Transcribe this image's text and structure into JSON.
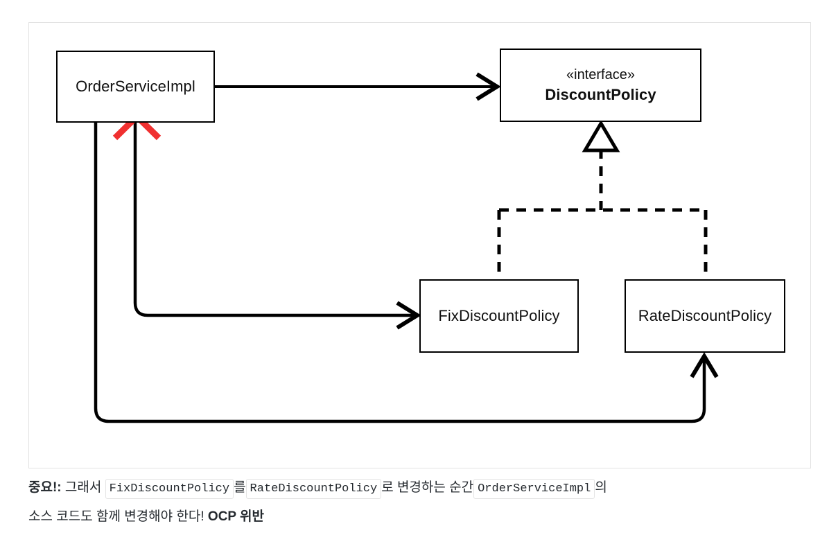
{
  "diagram": {
    "type": "uml-class-diagram",
    "boxes": [
      {
        "id": "orderserviceimpl",
        "name": "OrderServiceImpl",
        "stereotype": "",
        "marked_invalid": true
      },
      {
        "id": "discountpolicy",
        "name": "DiscountPolicy",
        "stereotype": "«interface»",
        "marked_invalid": false
      },
      {
        "id": "fixdiscount",
        "name": "FixDiscountPolicy",
        "stereotype": "",
        "marked_invalid": false
      },
      {
        "id": "ratediscount",
        "name": "RateDiscountPolicy",
        "stereotype": "",
        "marked_invalid": false
      }
    ],
    "relations": [
      {
        "from": "OrderServiceImpl",
        "to": "DiscountPolicy",
        "style": "solid",
        "arrow": "open",
        "label": ""
      },
      {
        "from": "OrderServiceImpl",
        "to": "FixDiscountPolicy",
        "style": "solid",
        "arrow": "open",
        "label": ""
      },
      {
        "from": "OrderServiceImpl",
        "to": "RateDiscountPolicy",
        "style": "solid",
        "arrow": "open",
        "label": ""
      },
      {
        "from": "FixDiscountPolicy",
        "to": "DiscountPolicy",
        "style": "dashed",
        "arrow": "hollow-triangle",
        "label": ""
      },
      {
        "from": "RateDiscountPolicy",
        "to": "DiscountPolicy",
        "style": "dashed",
        "arrow": "hollow-triangle",
        "label": ""
      }
    ],
    "annotations": [
      {
        "kind": "cross-out-mark",
        "color": "#f03030",
        "target": "OrderServiceImpl"
      }
    ]
  },
  "caption": {
    "prefix_bold": "중요!:",
    "text1": " 그래서 ",
    "code1": "FixDiscountPolicy",
    "text2": "를",
    "code2": "RateDiscountPolicy",
    "text3": "로 변경하는 순간",
    "code3": "OrderServiceImpl",
    "text4": "의",
    "text5": "소스 코드도 함께 변경해야 한다! ",
    "emphasis": "OCP 위반"
  },
  "colors": {
    "stroke": "#000000",
    "cross": "#f03030",
    "frame_border": "#e2e2e2",
    "code_border": "#e4e4e4",
    "text": "#24292e"
  }
}
